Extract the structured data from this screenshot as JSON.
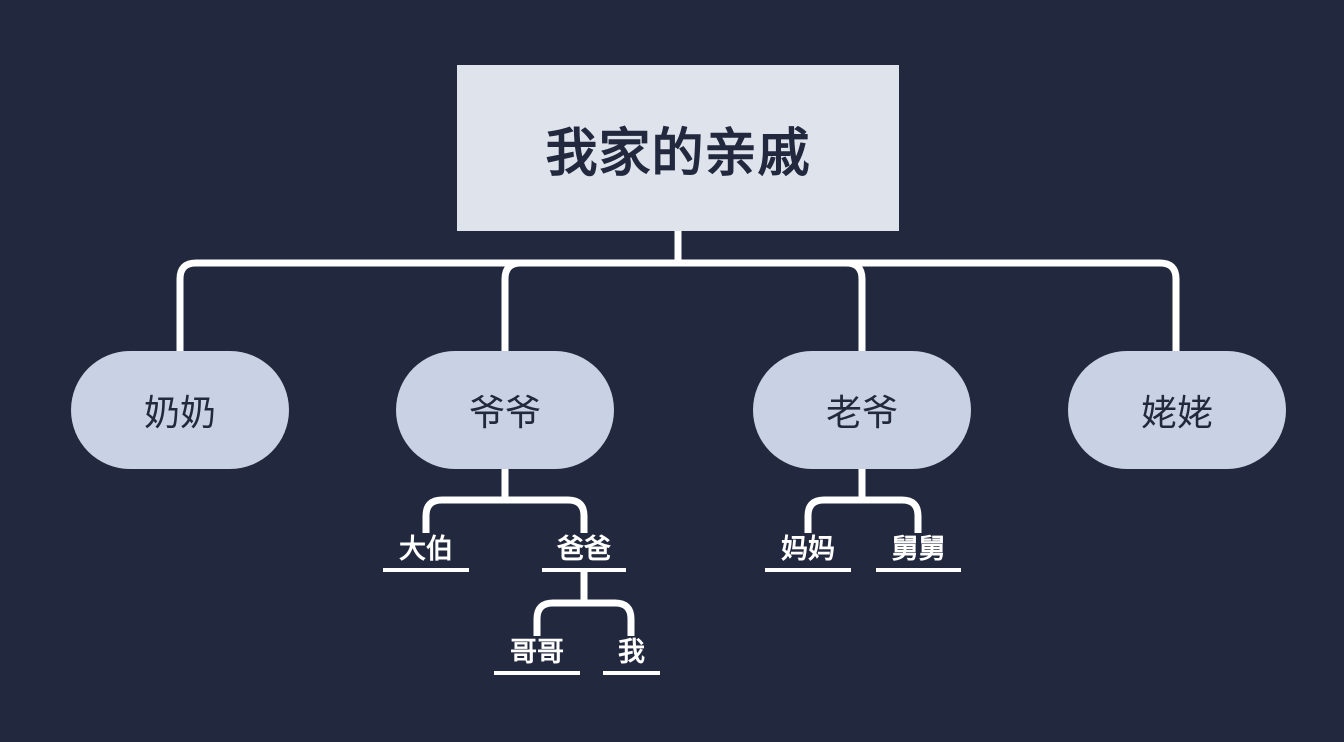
{
  "root": {
    "title": "我家的亲戚"
  },
  "level1": [
    {
      "label": "奶奶"
    },
    {
      "label": "爷爷"
    },
    {
      "label": "老爷"
    },
    {
      "label": "姥姥"
    }
  ],
  "level2": {
    "grandpa_children": [
      {
        "label": "大伯"
      },
      {
        "label": "爸爸"
      }
    ],
    "maternal_grandpa_children": [
      {
        "label": "妈妈"
      },
      {
        "label": "舅舅"
      }
    ]
  },
  "level3": {
    "dad_children": [
      {
        "label": "哥哥"
      },
      {
        "label": "我"
      }
    ]
  },
  "colors": {
    "background": "#22283d",
    "root_box": "#dfe3ec",
    "pill": "#c8d2e4",
    "connector": "#ffffff"
  }
}
